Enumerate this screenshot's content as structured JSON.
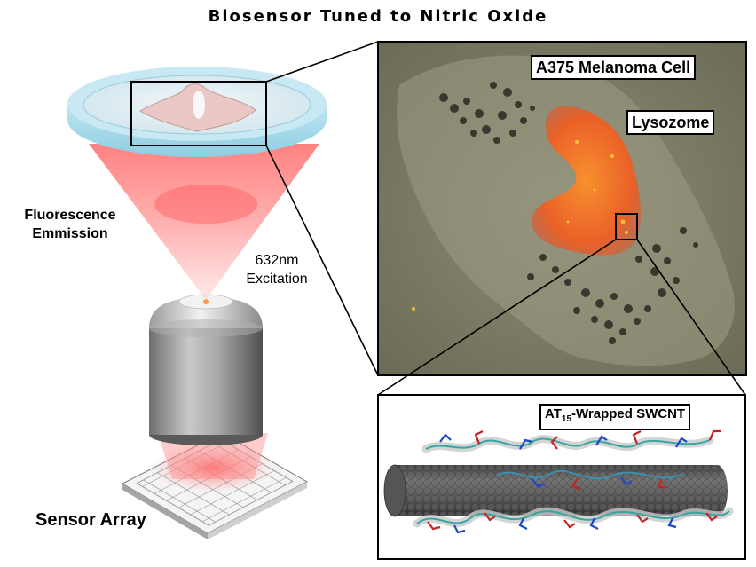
{
  "title": "Biosensor Tuned to Nitric Oxide",
  "labels": {
    "fluorescence_line1": "Fluorescence",
    "fluorescence_line2": "Emmission",
    "excitation_line1": "632nm",
    "excitation_line2": "Excitation",
    "sensor_array": "Sensor Array",
    "cell": "A375 Melanoma Cell",
    "lysozome": "Lysozome",
    "swcnt_prefix": "AT",
    "swcnt_subscript": "15",
    "swcnt_suffix": "-Wrapped SWCNT"
  },
  "colors": {
    "laser": "#ff7070",
    "dish_blue": "#aee0ee",
    "micrograph_bg": "#84826a",
    "lysosome": "#f06a2a",
    "nanotube": "#5c5c5c"
  }
}
